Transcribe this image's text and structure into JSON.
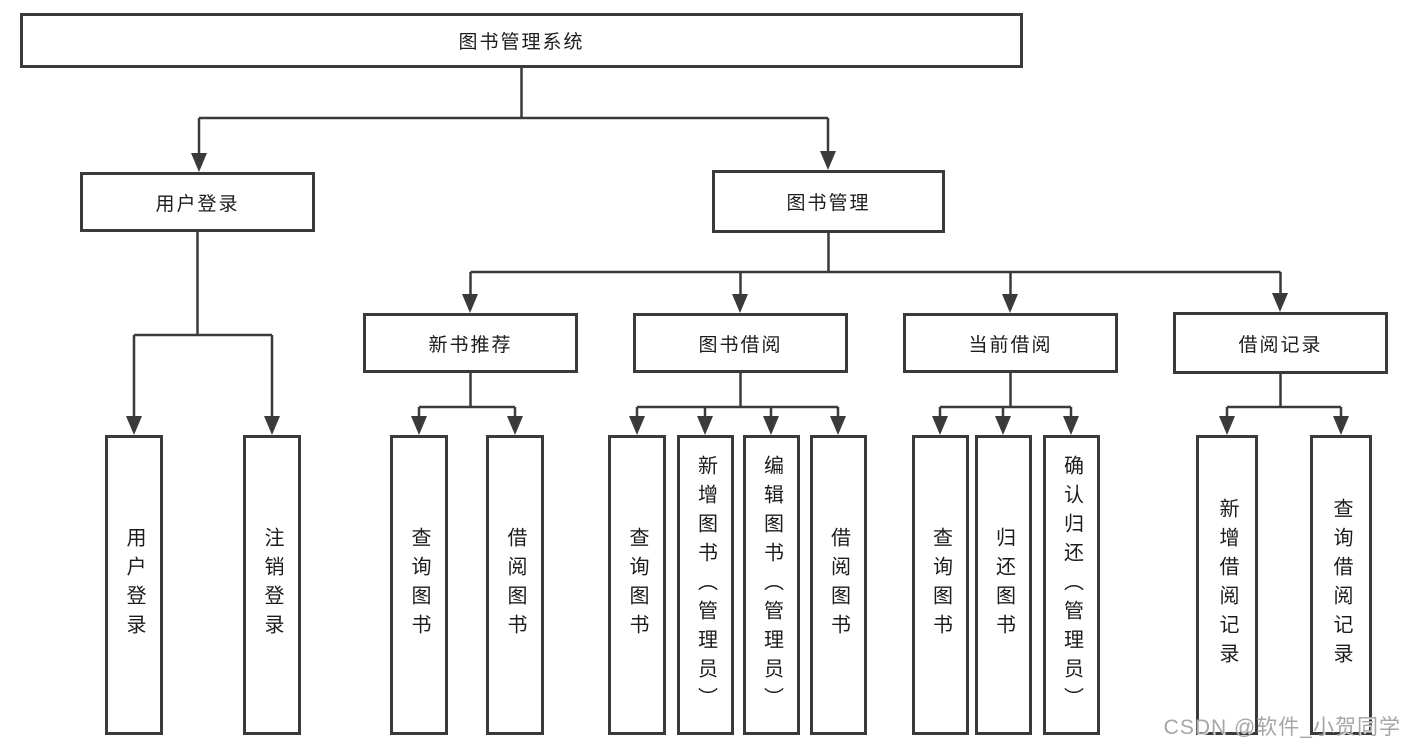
{
  "tree": {
    "root": {
      "label": "图书管理系统"
    },
    "children": [
      {
        "label": "用户登录",
        "children": [
          "用户登录",
          "注销登录"
        ]
      },
      {
        "label": "图书管理",
        "children": [
          {
            "label": "新书推荐",
            "children": [
              "查询图书",
              "借阅图书"
            ]
          },
          {
            "label": "图书借阅",
            "children": [
              "查询图书",
              "新增图书（管理员）",
              "编辑图书（管理员）",
              "借阅图书"
            ]
          },
          {
            "label": "当前借阅",
            "children": [
              "查询图书",
              "归还图书",
              "确认归还（管理员）"
            ]
          },
          {
            "label": "借阅记录",
            "children": [
              "新增借阅记录",
              "查询借阅记录"
            ]
          }
        ]
      }
    ]
  },
  "watermark": "CSDN @软件_小贺同学",
  "colors": {
    "border": "#3a3a3a",
    "line": "#3a3a3a",
    "text": "#1c1c1c",
    "watermark": "#a6a6a6",
    "background": "#ffffff"
  }
}
